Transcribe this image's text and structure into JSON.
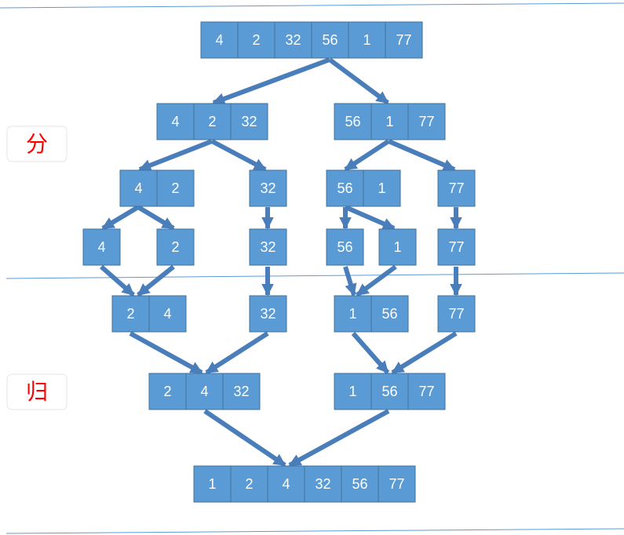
{
  "labels": {
    "split": "分",
    "merge": "归"
  },
  "colors": {
    "cell_fill": "#5b9bd5",
    "cell_stroke": "#41719c",
    "arrow": "#4a7ebb",
    "line": "#5b9bd5",
    "label_text": "#ff0000"
  },
  "rows": [
    {
      "groups": [
        [
          "4",
          "2",
          "32",
          "56",
          "1",
          "77"
        ]
      ]
    },
    {
      "groups": [
        [
          "4",
          "2",
          "32"
        ],
        [
          "56",
          "1",
          "77"
        ]
      ]
    },
    {
      "groups": [
        [
          "4",
          "2"
        ],
        [
          "32"
        ],
        [
          "56",
          "1"
        ],
        [
          "77"
        ]
      ]
    },
    {
      "groups": [
        [
          "4"
        ],
        [
          "2"
        ],
        [
          "32"
        ],
        [
          "56"
        ],
        [
          "1"
        ],
        [
          "77"
        ]
      ]
    },
    {
      "groups": [
        [
          "2",
          "4"
        ],
        [
          "32"
        ],
        [
          "1",
          "56"
        ],
        [
          "77"
        ]
      ]
    },
    {
      "groups": [
        [
          "2",
          "4",
          "32"
        ],
        [
          "1",
          "56",
          "77"
        ]
      ]
    },
    {
      "groups": [
        [
          "1",
          "2",
          "4",
          "32",
          "56",
          "77"
        ]
      ]
    }
  ]
}
